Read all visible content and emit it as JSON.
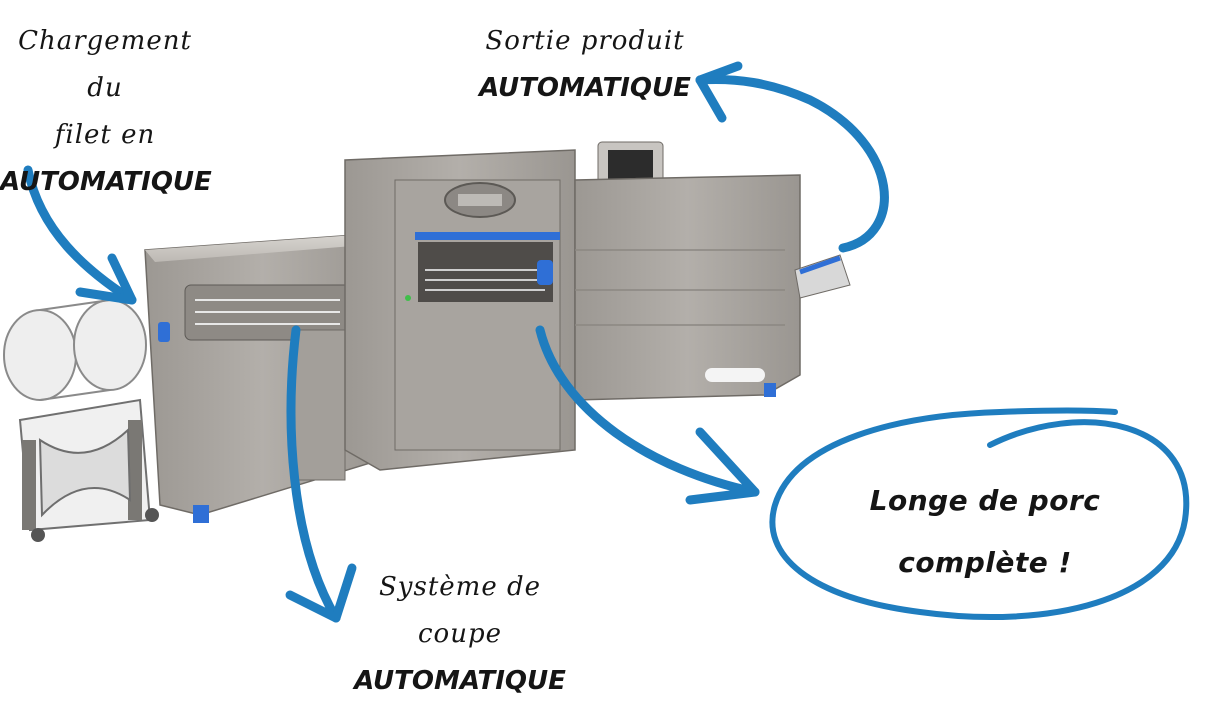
{
  "labels": {
    "loading": {
      "line1": "Chargement du",
      "line2": "filet en",
      "line3": "AUTOMATIQUE"
    },
    "output": {
      "line1": "Sortie produit",
      "line2": "AUTOMATIQUE"
    },
    "cutting": {
      "line1": "Système de",
      "line2": "coupe",
      "line3": "AUTOMATIQUE"
    },
    "callout": {
      "line1": "Longe de porc",
      "line2": "complète !"
    }
  },
  "colors": {
    "arrow": "#1f7dbf",
    "steel": "#a9a5a0",
    "accent_blue": "#2f6fd6",
    "background": "#ffffff"
  }
}
